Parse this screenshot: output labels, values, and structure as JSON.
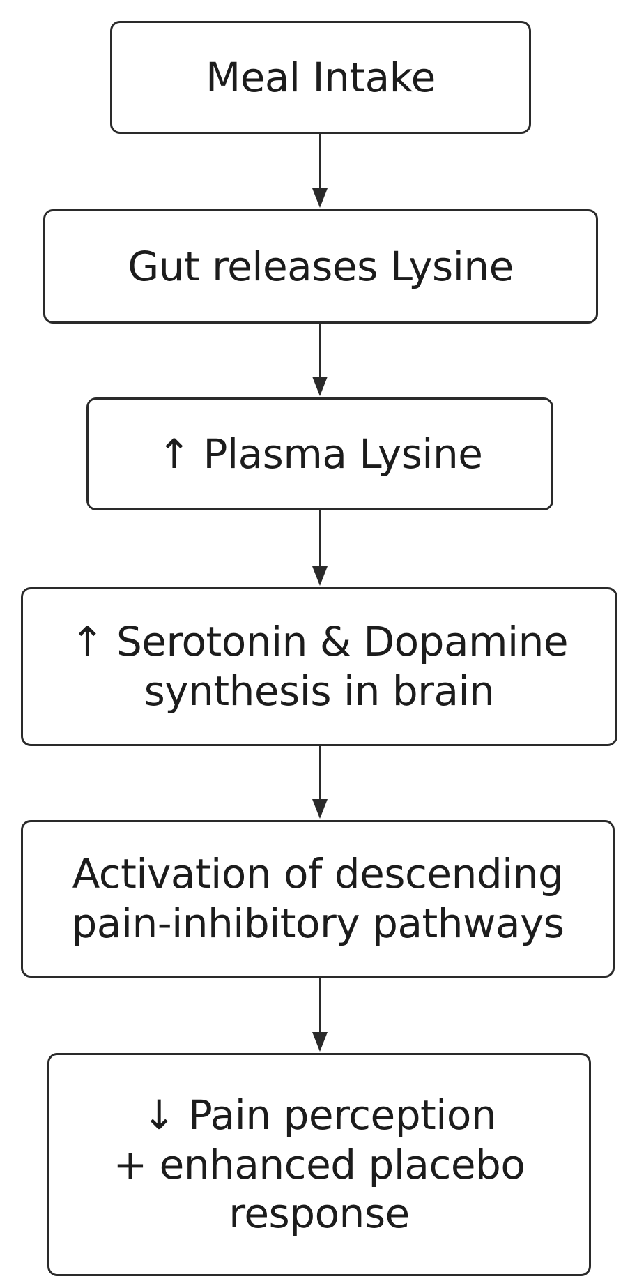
{
  "steps": [
    {
      "lines": [
        "Meal Intake"
      ]
    },
    {
      "lines": [
        "Gut releases Lysine"
      ]
    },
    {
      "lines": [
        "↑ Plasma Lysine"
      ]
    },
    {
      "lines": [
        "↑ Serotonin & Dopamine",
        "synthesis in brain"
      ]
    },
    {
      "lines": [
        "Activation of descending",
        "pain-inhibitory pathways"
      ]
    },
    {
      "lines": [
        "↓ Pain perception",
        "+ enhanced placebo",
        "response"
      ]
    }
  ]
}
